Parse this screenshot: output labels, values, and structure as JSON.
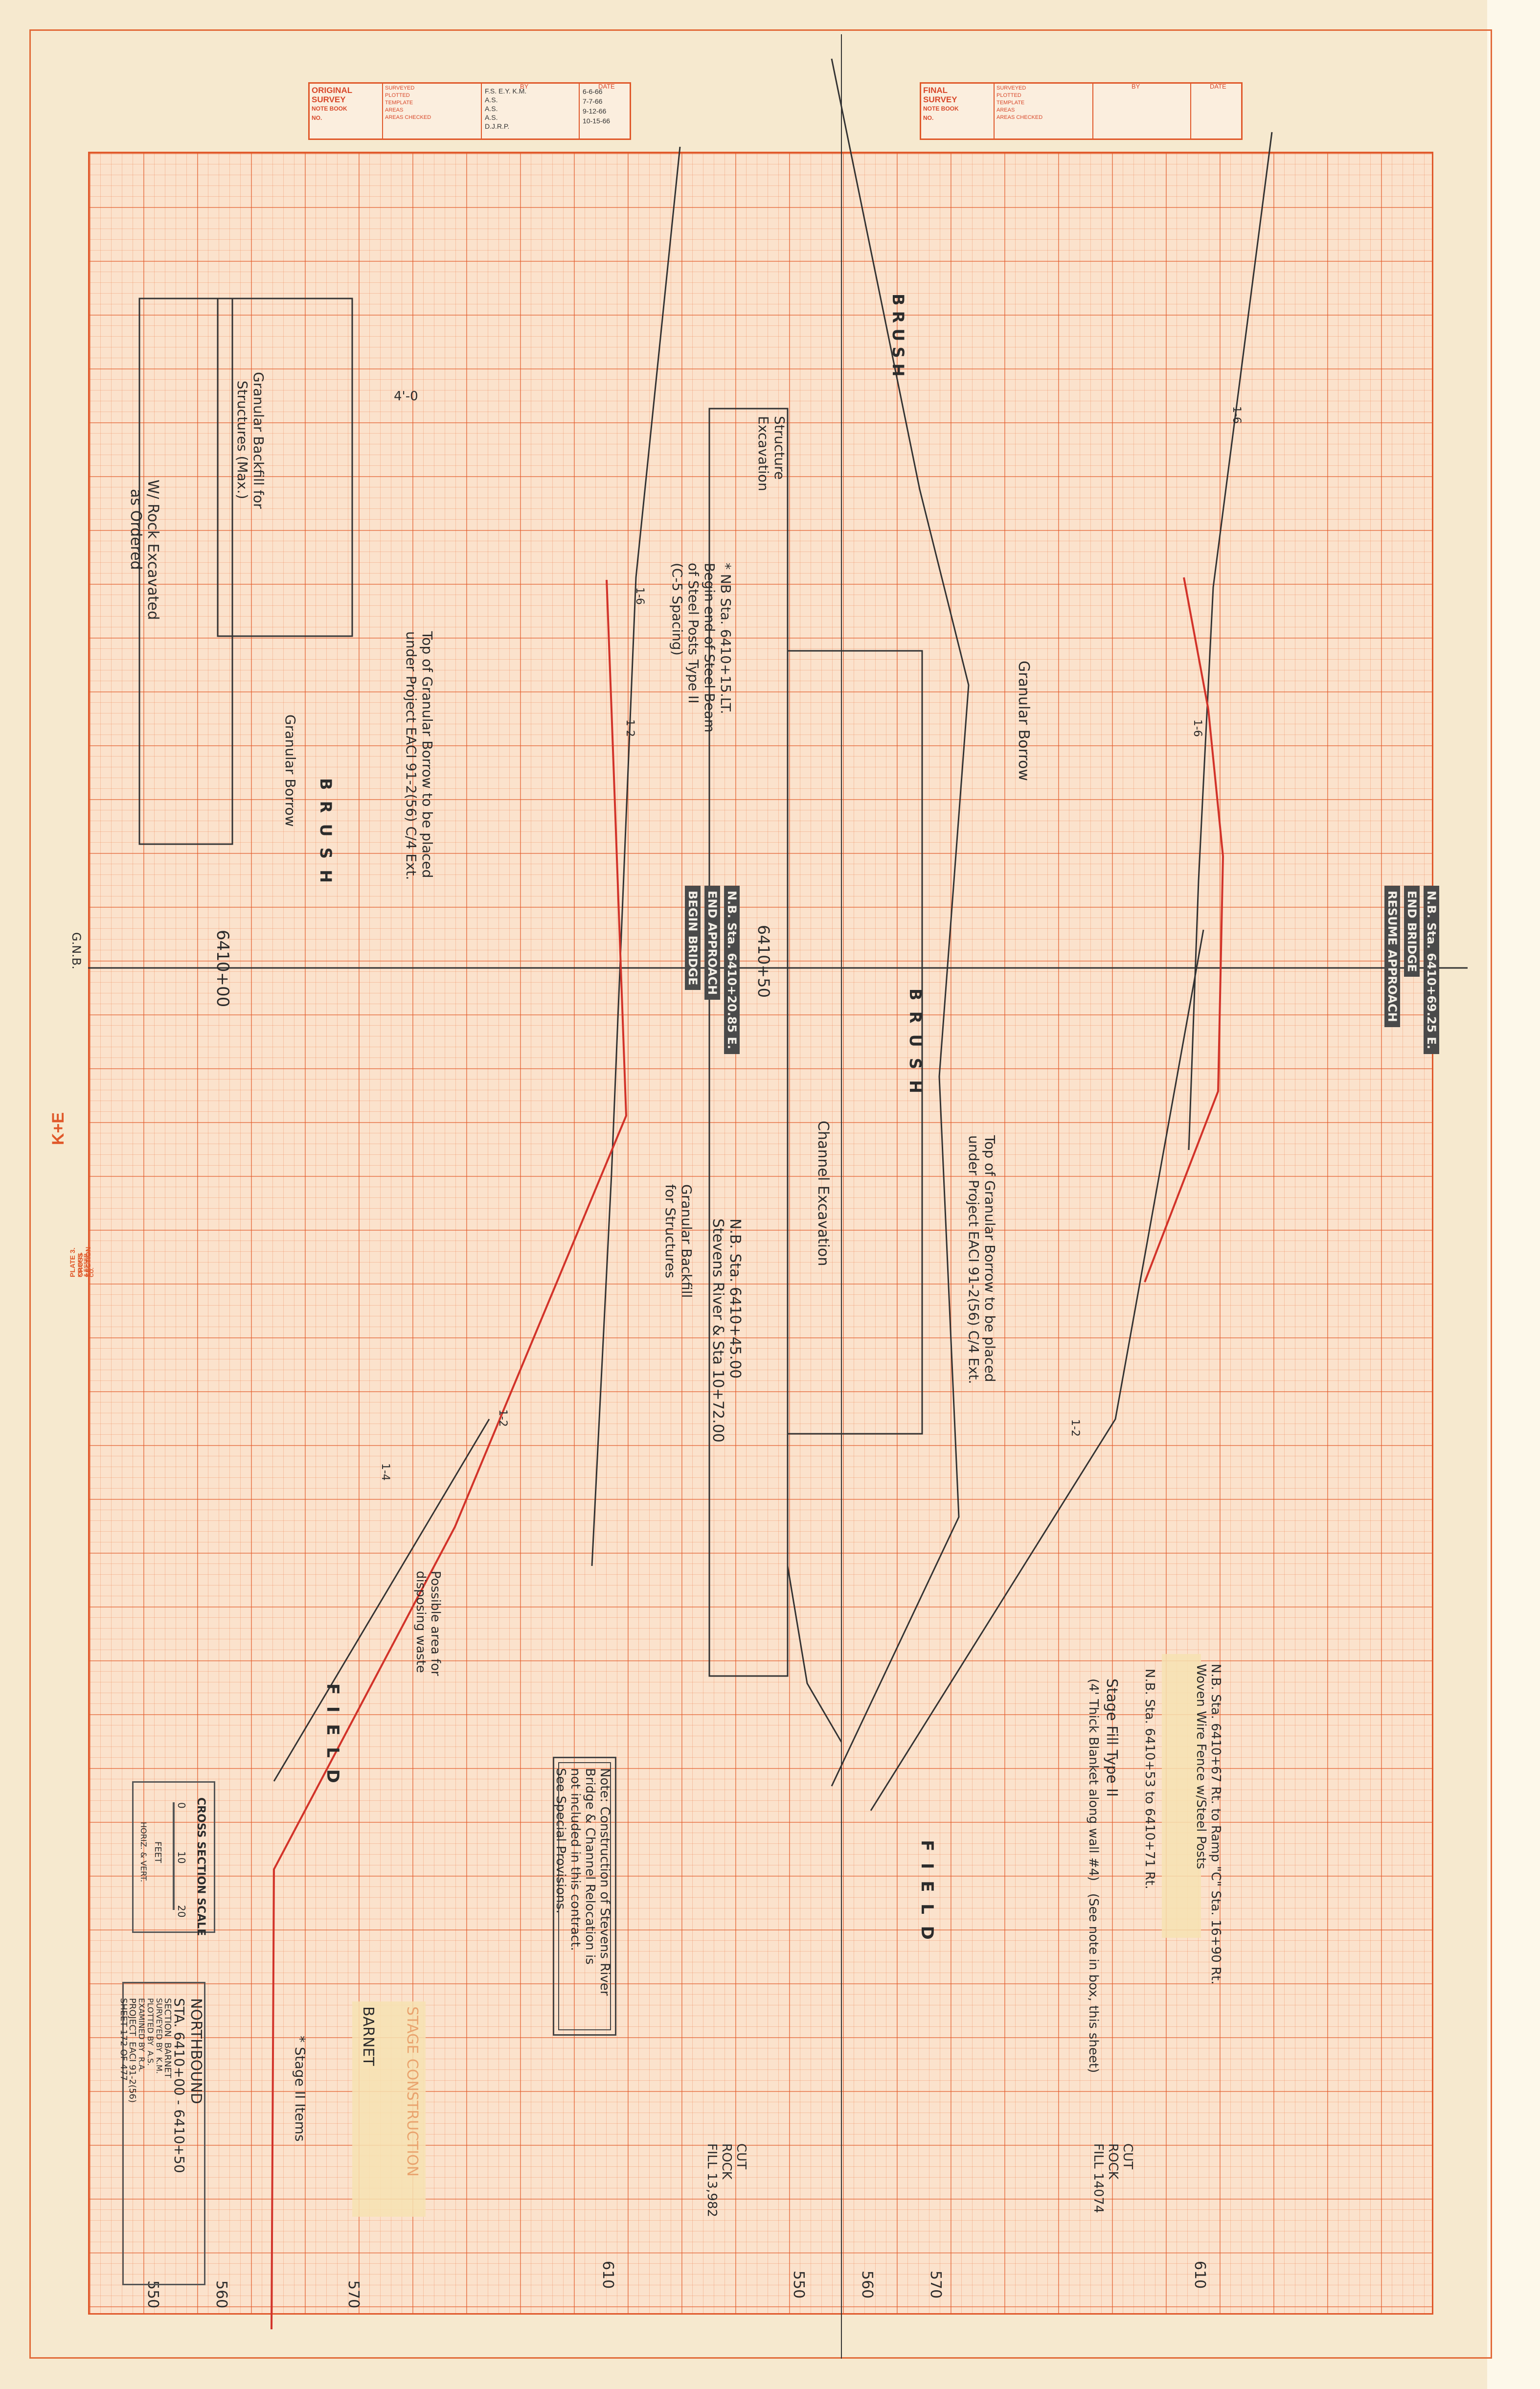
{
  "stamps": {
    "original": {
      "title_a": "ORIGINAL",
      "title_b": "SURVEY",
      "notebook": "NOTE BOOK",
      "no": "NO.",
      "by": "BY",
      "date": "DATE",
      "rows": [
        "SURVEYED",
        "PLOTTED",
        "TEMPLATE",
        "AREAS",
        "AREAS CHECKED"
      ],
      "entries": [
        "F.S. E.Y.  K.M.",
        "A.S.",
        "A.S.",
        "A.S.",
        "D.J.R.P."
      ],
      "dates": [
        "6-6-66",
        "7-7-66",
        "9-12-66",
        "10-15-66"
      ]
    },
    "final": {
      "title_a": "FINAL",
      "title_b": "SURVEY",
      "notebook": "NOTE BOOK",
      "no": "NO.",
      "by": "BY",
      "date": "DATE",
      "rows": [
        "SURVEYED",
        "PLOTTED",
        "TEMPLATE",
        "AREAS",
        "AREAS CHECKED"
      ]
    }
  },
  "annotations": {
    "rock_excavated": "W/ Rock Excavated\n  as Ordered",
    "granular_backfill_structures": "Granular Backfill for\n  Structures (Max.)",
    "dim_4_0": "4'-0",
    "granular_borrow_left": "Granular Borrow",
    "brush_left": "B  R  U  S  H",
    "top_granular_borrow_left": "Top of Granular Borrow to be placed\nunder Project EACI 91-2(56) C/4 Ext.",
    "station_6410_00": "6410+00",
    "gnb": "G.N.B.",
    "structure_excavation": "Structure\nExcavation",
    "note_sta": "* NB Sta. 6410+15.LT.\nBegin end of Steel Beam\nof Steel Posts Type II\n(C-5 Spacing)",
    "station_6410_50": "6410+50",
    "nb_end_approach": "N.B. Sta. 6410+20.85 E.",
    "end_approach": "END APPROACH",
    "begin_bridge": "BEGIN BRIDGE",
    "granular_backfill_structures_2": "Granular Backfill\nfor Structures",
    "brush_top": "B R U S H",
    "stevens_river": "N.B. Sta. 6410+45.00\nStevens River & Sta 10+72.00",
    "channel_excavation": "Channel Excavation",
    "brush_mid": "B  R  U  S  H",
    "top_granular_borrow_mid": "Top of Granular Borrow to be placed\nunder Project EACI 91-2(56) C/4 Ext.",
    "granular_borrow_right": "Granular Borrow",
    "nb_end_bridge": "N.B. Sta. 6410+69.25 E.",
    "end_bridge": "END BRIDGE",
    "resume_approach": "RESUME APPROACH",
    "possible_area": "Possible area for\ndisposing waste",
    "field_left": "F  I  E  L  D",
    "field_right": "F  I  E  L  D",
    "stage_items": "* Stage II Items",
    "woven_wire": "N.B. Sta. 6410+67 Rt. to Ramp \"C\" Sta. 16+90 Rt.\nWoven Wire Fence w/Steel Posts",
    "nb_sta_rt": "N.B. Sta. 6410+53 to 6410+71 Rt.",
    "stage_fill": "Stage Fill Type II",
    "stage_fill_note": "(4' Thick Blanket along wall #4)   (See note in box, this sheet)",
    "cut_right": "CUT",
    "rock_right": "ROCK",
    "fill_right": "FILL 14074",
    "cut_mid": "CUT",
    "rock_mid": "ROCK",
    "fill_mid": "FILL 13,982",
    "note_text": "Note: Construction of Stevens River\nBridge & Channel Relocation is\nnot included in this contract.\nSee Special Provisions.",
    "barnet": "BARNET",
    "stage_construction": "STAGE CONSTRUCTION",
    "slopes": [
      "1-6",
      "1-6",
      "1-6",
      "1-2",
      "1-4",
      "1-2",
      "1-2"
    ],
    "elevations": [
      "560",
      "570",
      "610",
      "550",
      "560",
      "570",
      "610",
      "550"
    ]
  },
  "scale_box": {
    "title": "CROSS SECTION SCALE",
    "ticks": [
      "0",
      "10",
      "20"
    ],
    "feet": "FEET",
    "subtitle": "HORIZ. & VERT."
  },
  "title_block": {
    "direction": "NORTHBOUND",
    "stations": "STA. 6410+00 - 6410+50",
    "section": "SECTION  BARNET",
    "lines": [
      "SURVEYED BY  K.M.",
      "PLOTTED BY  A.S.",
      "EXAMINED BY  R.A.",
      "PROJECT  EACI 91-2(56)",
      "SHEET 172 OF 477"
    ]
  },
  "kande": {
    "logo": "K+E",
    "caption": "PLATE 3. CROSS SECTION",
    "maker": "KEUFFEL & ESSER CO."
  },
  "colors": {
    "grid": "#e0582a",
    "pencil": "#333333",
    "red_line": "#d2332a",
    "paper": "#f6e9cf"
  }
}
